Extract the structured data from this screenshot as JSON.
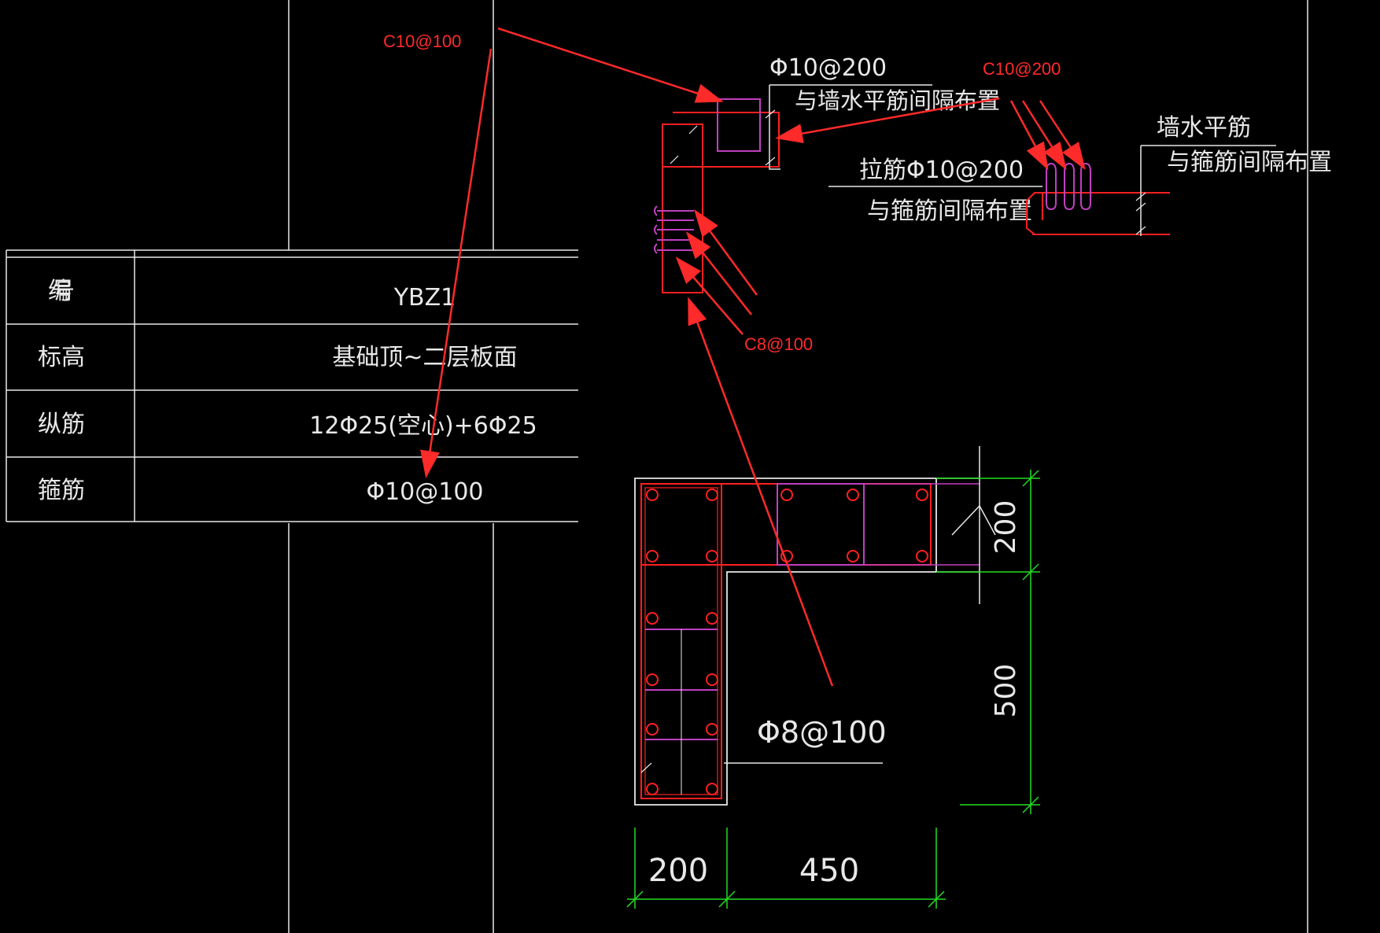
{
  "table": {
    "rows": [
      {
        "key": "编号",
        "value": "YBZ1"
      },
      {
        "key": "标高",
        "value": "基础顶~二层板面"
      },
      {
        "key": "纵筋",
        "value": "12Φ25(空心)+6Φ25"
      },
      {
        "key": "箍筋",
        "value": "Φ10@100"
      }
    ]
  },
  "annotations": {
    "c10_100": "C10@100",
    "c10_200": "C10@200",
    "c8_100": "C8@100"
  },
  "detail_top": {
    "phi10_200": "Φ10@200",
    "with_wall_horizontal": "与墙水平筋间隔布置",
    "tie_bar": "拉筋Φ10@200",
    "with_stirrup": "与箍筋间隔布置"
  },
  "detail_right": {
    "wall_horizontal": "墙水平筋",
    "with_stirrup": "与箍筋间隔布置"
  },
  "section": {
    "stirrup_label": "Φ8@100",
    "dim_200_v": "200",
    "dim_500_v": "500",
    "dim_200_h": "200",
    "dim_450_h": "450"
  },
  "colors": {
    "background": "#000000",
    "outline": "#e8e8e8",
    "rebar": "#ff2020",
    "tie": "#c040c0",
    "dimension": "#22dd22",
    "leader": "#ff2a2a"
  }
}
